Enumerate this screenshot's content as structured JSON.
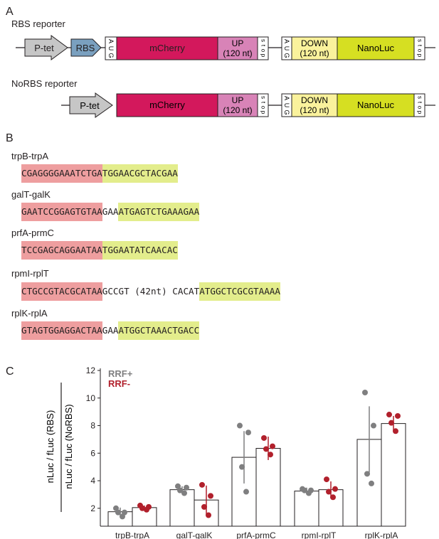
{
  "panelA": {
    "label": "A",
    "reporters": [
      {
        "title": "RBS reporter",
        "promoter": "P-tet",
        "rbs": "RBS",
        "start1": [
          "A",
          "U",
          "G"
        ],
        "gene1": "mCherry",
        "up": [
          "UP",
          "(120 nt)"
        ],
        "stop1": [
          "s",
          "t",
          "o",
          "p"
        ],
        "start2": [
          "A",
          "U",
          "G"
        ],
        "down": [
          "DOWN",
          "(120 nt)"
        ],
        "gene2": "NanoLuc",
        "stop2": [
          "s",
          "t",
          "o",
          "p"
        ]
      },
      {
        "title": "NoRBS reporter",
        "promoter": "P-tet",
        "gene1": "mCherry",
        "up": [
          "UP",
          "(120 nt)"
        ],
        "stop1": [
          "s",
          "t",
          "o",
          "p"
        ],
        "start2": [
          "A",
          "U",
          "G"
        ],
        "down": [
          "DOWN",
          "(120 nt)"
        ],
        "gene2": "NanoLuc",
        "stop2": [
          "s",
          "t",
          "o",
          "p"
        ]
      }
    ],
    "colors": {
      "promoter": "#c6c6c6",
      "rbs": "#7aa0bf",
      "mcherry": "#d3185c",
      "up": "#d883b7",
      "down": "#faf29c",
      "nanoluc": "#d6df22"
    }
  },
  "panelB": {
    "label": "B",
    "sequences": [
      {
        "name": "trpB-trpA",
        "segments": [
          {
            "text": "CGAGGGGAAATCTGA",
            "bg": "pink"
          },
          {
            "text": "TGGAACGCTACGAA",
            "bg": "green"
          }
        ]
      },
      {
        "name": "galT-galK",
        "segments": [
          {
            "text": "GAATCCGGAGTGTAA",
            "bg": "pink"
          },
          {
            "text": "GAA",
            "bg": "plain"
          },
          {
            "text": "ATGAGTCTGAAAGAA",
            "bg": "green"
          }
        ]
      },
      {
        "name": "prfA-prmC",
        "segments": [
          {
            "text": "TCCGAGCAGGAATAA",
            "bg": "pink"
          },
          {
            "text": "TGGAATATCAACAC",
            "bg": "green"
          }
        ]
      },
      {
        "name": "rpmI-rplT",
        "segments": [
          {
            "text": "CTGCCGTACGCATAA",
            "bg": "pink"
          },
          {
            "text": "GCCGT (42nt) CACAT",
            "bg": "plain"
          },
          {
            "text": "ATGGCTCGCGTAAAA",
            "bg": "green"
          }
        ]
      },
      {
        "name": "rplK-rplA",
        "segments": [
          {
            "text": "GTAGTGGAGGACTAA",
            "bg": "pink"
          },
          {
            "text": "GAA",
            "bg": "plain"
          },
          {
            "text": "ATGGCTAAACTGACC",
            "bg": "green"
          }
        ]
      }
    ],
    "colors": {
      "pink": "#ee9e9f",
      "green": "#e3ed8c"
    }
  },
  "panelC": {
    "label": "C",
    "ylabel_num": "nLuc / fLuc (RBS)",
    "ylabel_den": "nLuc / fLuc (NoRBS)"
  },
  "chart_data": {
    "type": "bar",
    "categories": [
      "trpB-trpA",
      "galT-galK",
      "prfA-prmC",
      "rpmI-rplT",
      "rplK-rplA"
    ],
    "ylim": [
      0.7,
      12
    ],
    "yticks": [
      2,
      4,
      6,
      8,
      10,
      12
    ],
    "legend_position": "top-left",
    "series": [
      {
        "name": "RRF+",
        "color": "#7f7f80",
        "values": [
          1.75,
          3.35,
          5.7,
          3.25,
          7.0
        ],
        "errors": [
          0.3,
          0.25,
          1.9,
          0.25,
          2.4
        ],
        "points": [
          [
            2.0,
            1.7,
            1.7,
            1.4
          ],
          [
            3.6,
            3.5,
            3.3,
            3.1
          ],
          [
            8.0,
            7.5,
            5.0,
            3.2
          ],
          [
            3.4,
            3.3,
            3.3,
            3.1
          ],
          [
            10.4,
            8.0,
            4.5,
            3.8
          ]
        ]
      },
      {
        "name": "RRF-",
        "color": "#b1202c",
        "values": [
          2.05,
          2.6,
          6.35,
          3.35,
          8.15
        ],
        "errors": [
          0.15,
          1.05,
          0.85,
          0.6,
          0.55
        ],
        "points": [
          [
            2.2,
            2.1,
            2.0,
            1.9
          ],
          [
            3.7,
            2.9,
            2.1,
            1.5
          ],
          [
            7.1,
            6.5,
            6.3,
            5.9
          ],
          [
            4.1,
            3.4,
            3.2,
            2.8
          ],
          [
            8.8,
            8.7,
            8.2,
            7.6
          ]
        ]
      }
    ]
  }
}
